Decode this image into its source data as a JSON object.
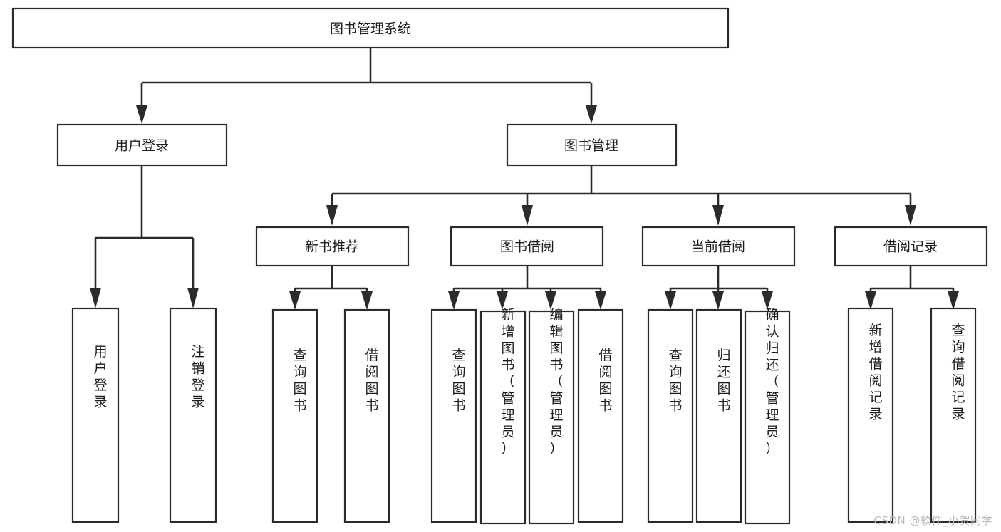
{
  "diagram": {
    "title": "图书管理系统",
    "type": "tree",
    "watermark": "CSDN @软件_小贺同学",
    "colors": {
      "stroke": "#2b2b2b",
      "fill": "#ffffff",
      "text": "#1c1c1c",
      "watermark": "#b9b9b9",
      "background": "#ffffff"
    },
    "nodes": {
      "root": {
        "label": "图书管理系统"
      },
      "level2": [
        {
          "id": "user-login",
          "label": "用户登录"
        },
        {
          "id": "book-manage",
          "label": "图书管理"
        }
      ],
      "level3": [
        {
          "id": "new-book-recommend",
          "label": "新书推荐"
        },
        {
          "id": "book-borrow",
          "label": "图书借阅"
        },
        {
          "id": "current-borrow",
          "label": "当前借阅"
        },
        {
          "id": "borrow-record",
          "label": "借阅记录"
        }
      ],
      "leaves": {
        "user-login": [
          {
            "id": "leaf-user-login",
            "label": "用户登录"
          },
          {
            "id": "leaf-user-logout",
            "label": "注销登录"
          }
        ],
        "new-book-recommend": [
          {
            "id": "leaf-query-book-1",
            "label": "查询图书"
          },
          {
            "id": "leaf-borrow-book-1",
            "label": "借阅图书"
          }
        ],
        "book-borrow": [
          {
            "id": "leaf-query-book-2",
            "label": "查询图书"
          },
          {
            "id": "leaf-add-book",
            "label": "新增图书（管理员）"
          },
          {
            "id": "leaf-edit-book",
            "label": "编辑图书（管理员）"
          },
          {
            "id": "leaf-borrow-book-2",
            "label": "借阅图书"
          }
        ],
        "current-borrow": [
          {
            "id": "leaf-query-book-3",
            "label": "查询图书"
          },
          {
            "id": "leaf-return-book",
            "label": "归还图书"
          },
          {
            "id": "leaf-confirm-return",
            "label": "确认归还（管理员）"
          }
        ],
        "borrow-record": [
          {
            "id": "leaf-add-record",
            "label": "新增借阅记录"
          },
          {
            "id": "leaf-query-record",
            "label": "查询借阅记录"
          }
        ]
      }
    }
  }
}
